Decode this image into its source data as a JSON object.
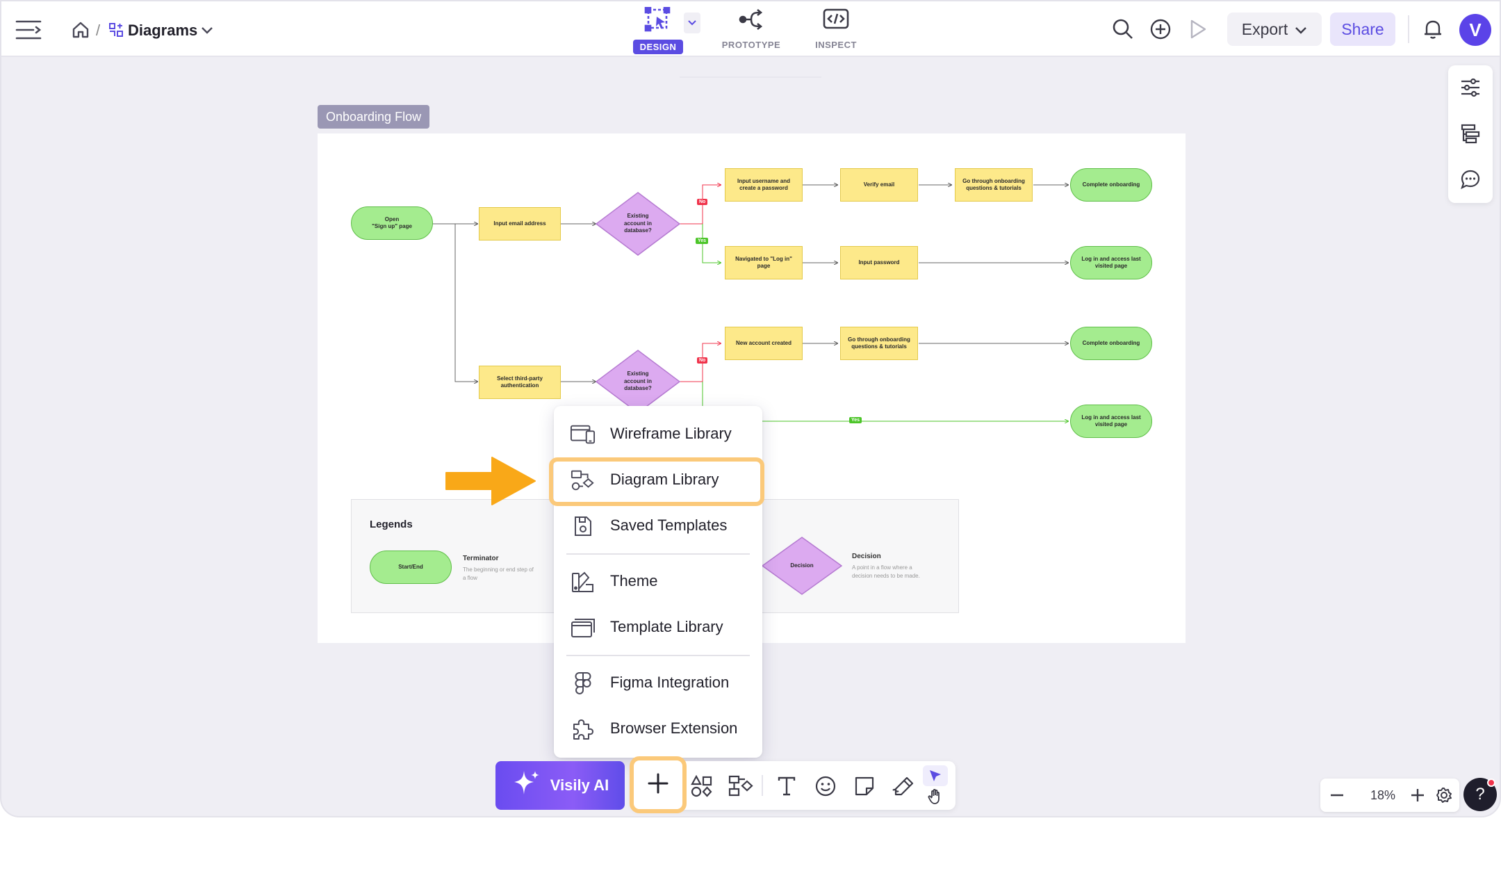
{
  "breadcrumb": {
    "current": "Diagrams"
  },
  "modes": [
    {
      "label": "DESIGN"
    },
    {
      "label": "PROTOTYPE"
    },
    {
      "label": "INSPECT"
    }
  ],
  "header": {
    "export_label": "Export",
    "share_label": "Share",
    "avatar_initial": "V"
  },
  "frame": {
    "label": "Onboarding Flow"
  },
  "flow": {
    "start": "Open\n\"Sign up\" page",
    "input_email": "Input email address",
    "decision_1": "Existing account in database?",
    "input_username": "Input username and create a password",
    "verify_email": "Verify email",
    "tutorials_1": "Go through onboarding questions & tutorials",
    "complete_1": "Complete onboarding",
    "navigated_login": "Navigated to \"Log in\" page",
    "input_password": "Input password",
    "login_1": "Log in and access last visited page",
    "third_party": "Select third-party authentication",
    "decision_2": "Existing account in database?",
    "new_account": "New account created",
    "tutorials_2": "Go through onboarding questions & tutorials",
    "complete_2": "Complete onboarding",
    "login_2": "Log in and access last visited page",
    "tag_no": "No",
    "tag_yes": "Yes"
  },
  "legend": {
    "title": "Legends",
    "terminator": {
      "shape_label": "Start/End",
      "name": "Terminator",
      "desc": "The beginning or end step of a flow"
    },
    "decision": {
      "shape_label": "Decision",
      "name": "Decision",
      "desc": "A point in a flow where a decision needs to be made."
    }
  },
  "menu": {
    "items": [
      {
        "label": "Wireframe Library"
      },
      {
        "label": "Diagram Library"
      },
      {
        "label": "Saved Templates"
      },
      {
        "label": "Theme"
      },
      {
        "label": "Template Library"
      },
      {
        "label": "Figma Integration"
      },
      {
        "label": "Browser Extension"
      }
    ]
  },
  "toolbar": {
    "ai_label": "Visily AI"
  },
  "zoom": {
    "level": "18%"
  },
  "colors": {
    "accent": "#5b4ce2",
    "highlight": "#fbc97a",
    "arrow": "#f9a818",
    "terminator_fill": "#a4ec8f",
    "process_fill": "#fde98a",
    "decision_fill": "#dcaaf0",
    "no_tag": "#f0334b",
    "yes_tag": "#4cc529"
  }
}
